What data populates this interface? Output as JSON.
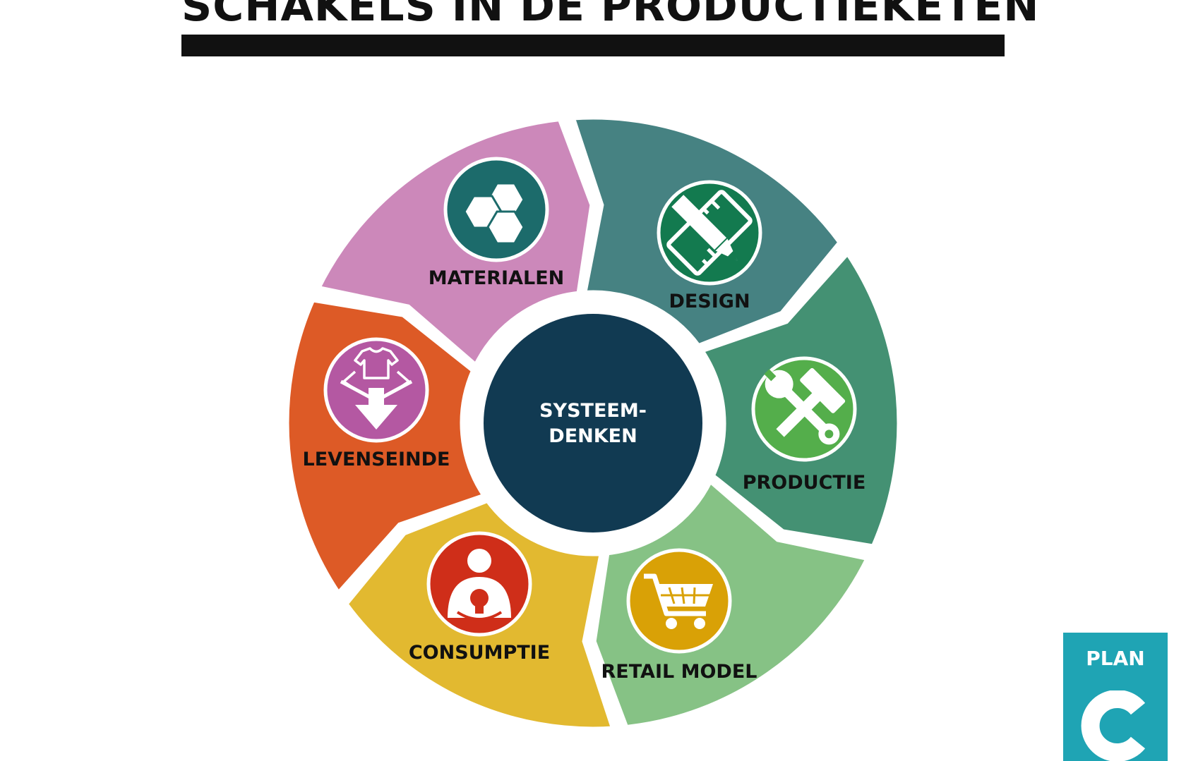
{
  "title": "SCHAKELS IN DE PRODUCTIEKETEN",
  "center": {
    "line1": "SYSTEEM-",
    "line2": "DENKEN",
    "color": "#113a52"
  },
  "segments": [
    {
      "label": "MATERIALEN",
      "color": "#468282",
      "icon": "hexagons-icon",
      "icon_color": "#1c6b6b"
    },
    {
      "label": "DESIGN",
      "color": "#449173",
      "icon": "pencil-ruler-icon",
      "icon_color": "#137a4f"
    },
    {
      "label": "PRODUCTIE",
      "color": "#86c285",
      "icon": "hammer-wrench-icon",
      "icon_color": "#54ae4b"
    },
    {
      "label": "RETAIL MODEL",
      "color": "#e2b930",
      "icon": "shopping-cart-icon",
      "icon_color": "#d9a106"
    },
    {
      "label": "CONSUMPTIE",
      "color": "#dd5a26",
      "icon": "person-lightbulb-icon",
      "icon_color": "#cf2e19"
    },
    {
      "label": "LEVENSEINDE",
      "color": "#cc88ba",
      "icon": "garment-arrows-icon",
      "icon_color": "#b458a2"
    }
  ],
  "logo": {
    "text": "PLAN",
    "color": "#1fa4b4"
  }
}
